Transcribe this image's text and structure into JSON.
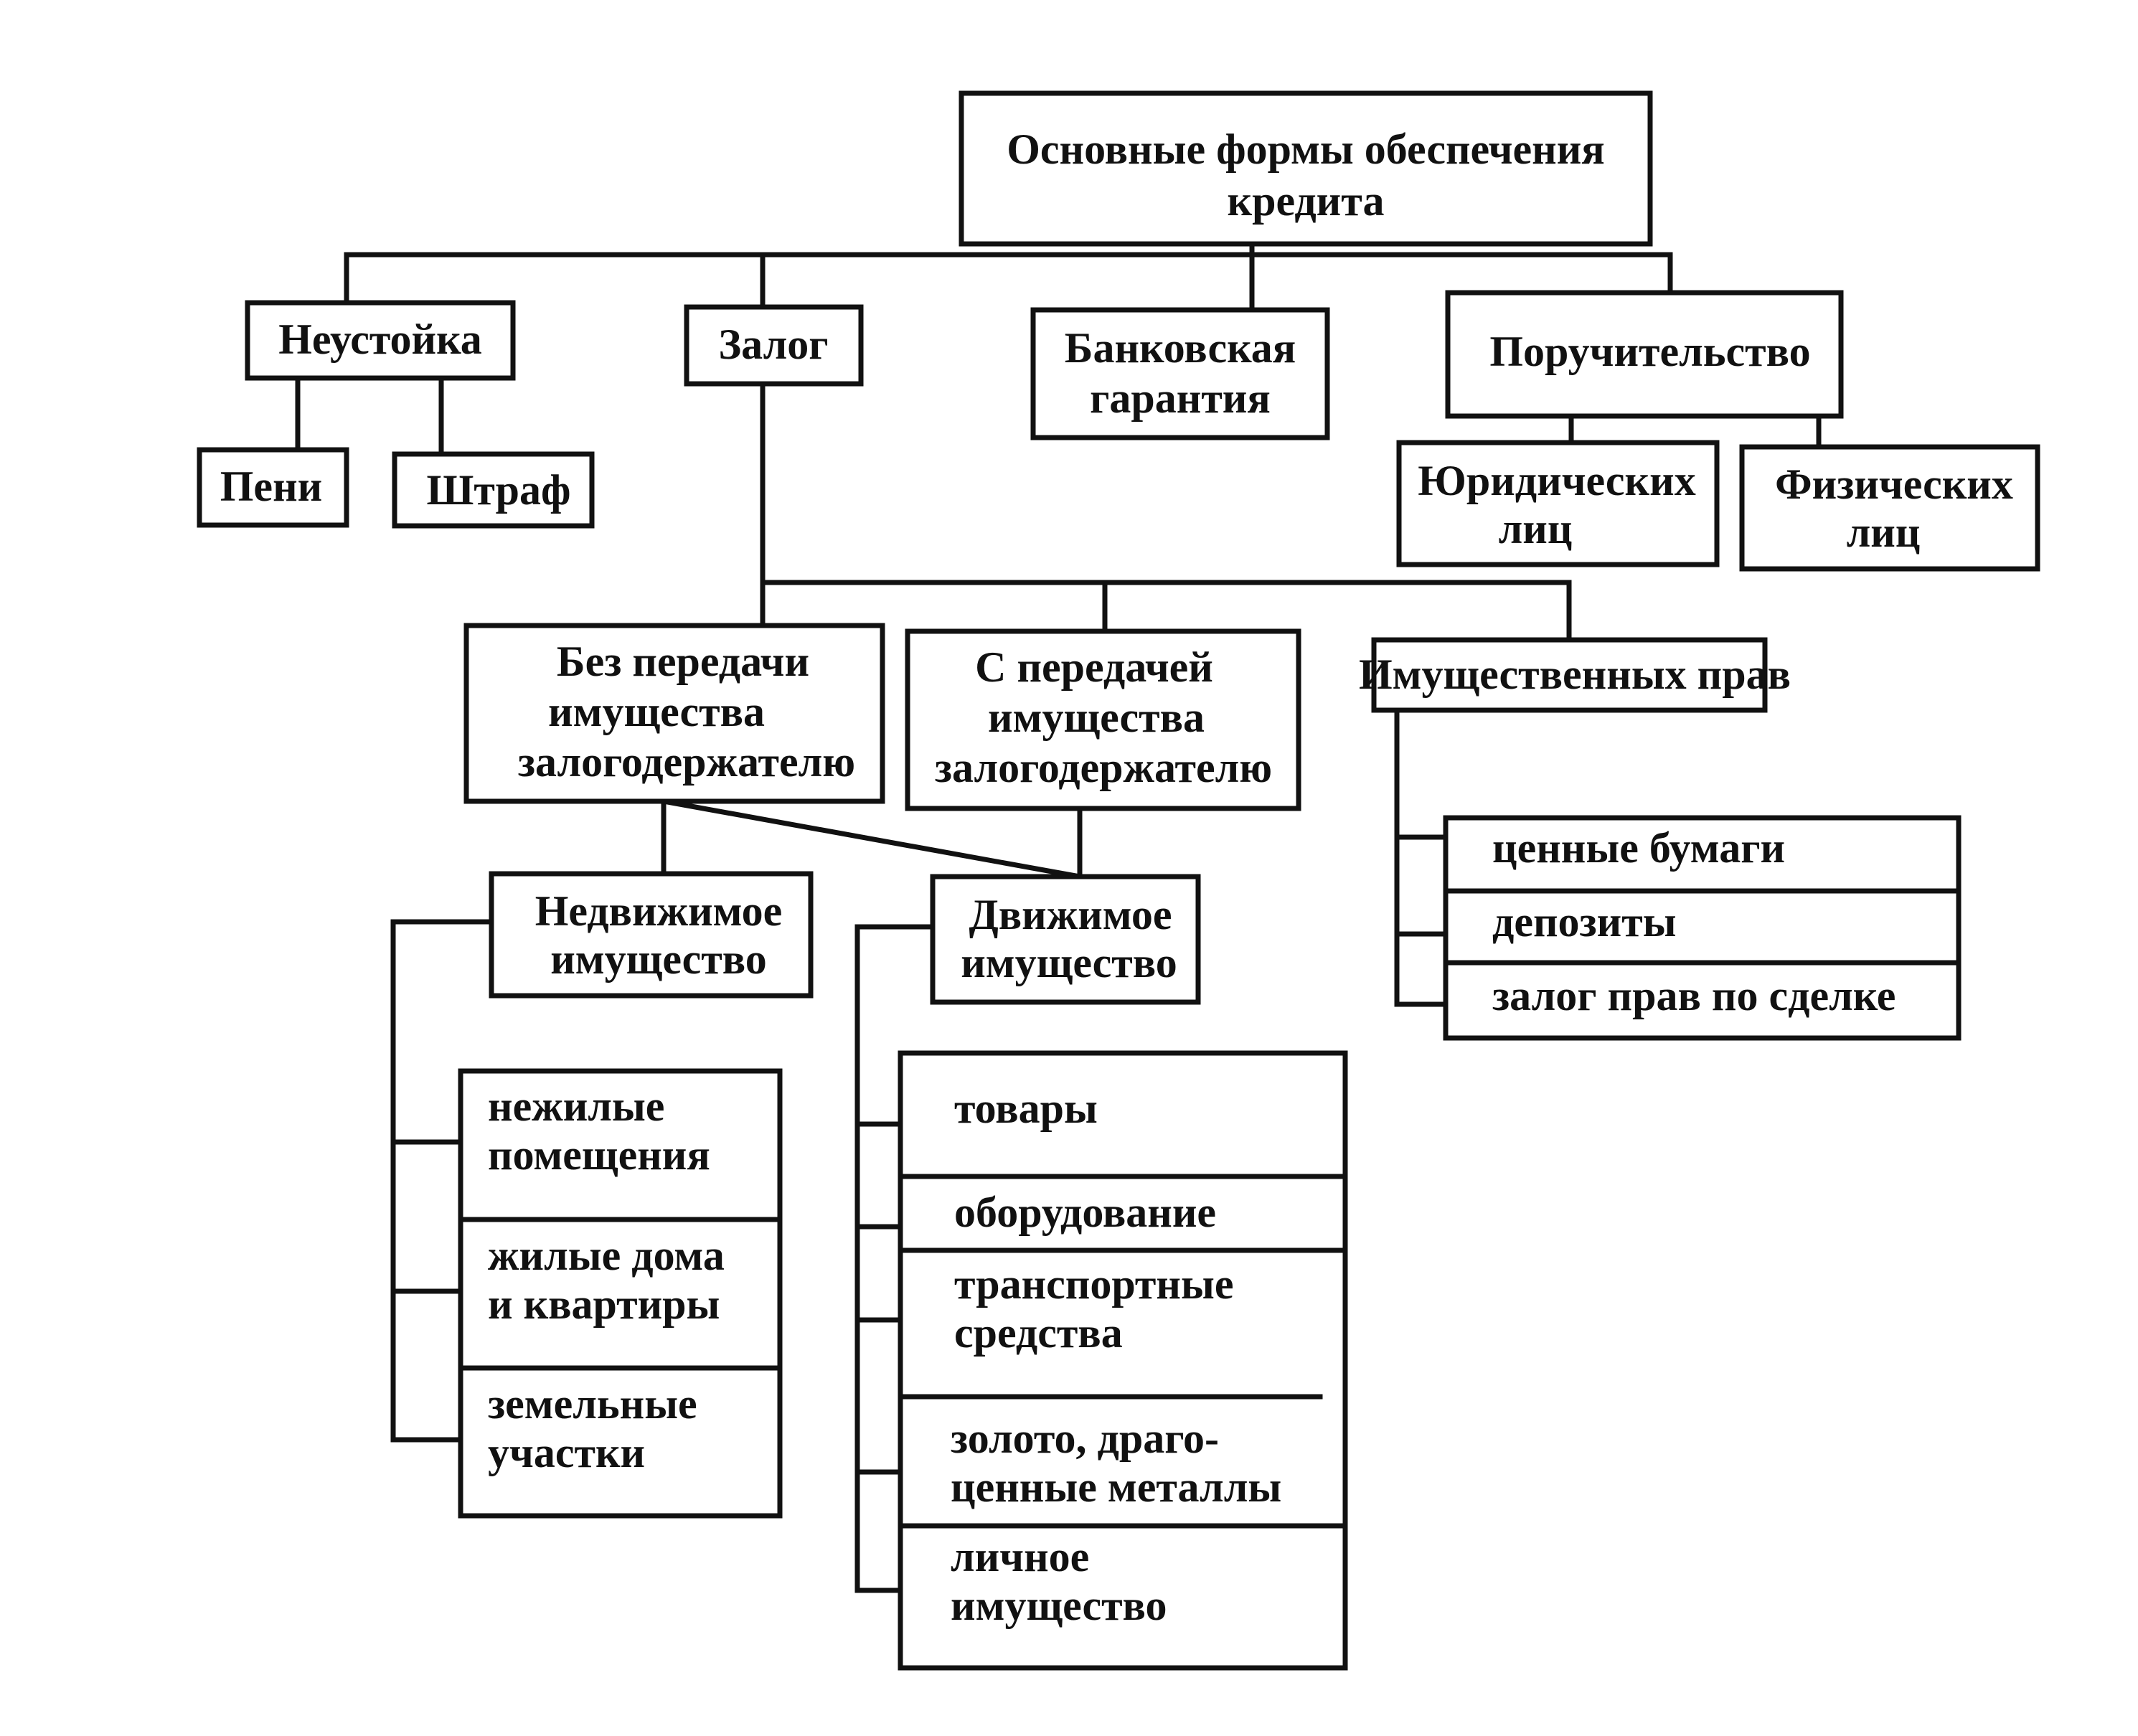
{
  "diagram": {
    "root": {
      "line1": "Основные формы обеспечения",
      "line2": "кредита"
    },
    "penalty": {
      "label": "Неустойка"
    },
    "peni": {
      "label": "Пени"
    },
    "fine": {
      "label": "Штраф"
    },
    "pledge": {
      "label": "Залог"
    },
    "bank_guarantee": {
      "line1": "Банковская",
      "line2": "гарантия"
    },
    "surety": {
      "label": "Поручительство"
    },
    "legal_entities": {
      "line1": "Юридических",
      "line2": "лиц"
    },
    "individuals": {
      "line1": "Физических",
      "line2": "лиц"
    },
    "without_transfer": {
      "line1": "Без передачи",
      "line2": "имущества",
      "line3": "залогодержателю"
    },
    "with_transfer": {
      "line1": "С передачей",
      "line2": "имущества",
      "line3": "залогодержателю"
    },
    "property_rights": {
      "label": "Имущественных прав",
      "items": [
        "ценные бумаги",
        "депозиты",
        "залог прав по сделке"
      ]
    },
    "real_estate": {
      "line1": "Недвижимое",
      "line2": "имущество",
      "items": [
        {
          "line1": "нежилые",
          "line2": "помещения"
        },
        {
          "line1": "жилые дома",
          "line2": "и квартиры"
        },
        {
          "line1": "земельные",
          "line2": "участки"
        }
      ]
    },
    "movable": {
      "line1": "Движимое",
      "line2": "имущество",
      "items": [
        {
          "line1": "товары",
          "line2": ""
        },
        {
          "line1": "оборудование",
          "line2": ""
        },
        {
          "line1": "транспортные",
          "line2": "средства"
        },
        {
          "line1": "золото, драго-",
          "line2": "ценные металлы"
        },
        {
          "line1": "личное",
          "line2": "имущество"
        }
      ]
    }
  }
}
